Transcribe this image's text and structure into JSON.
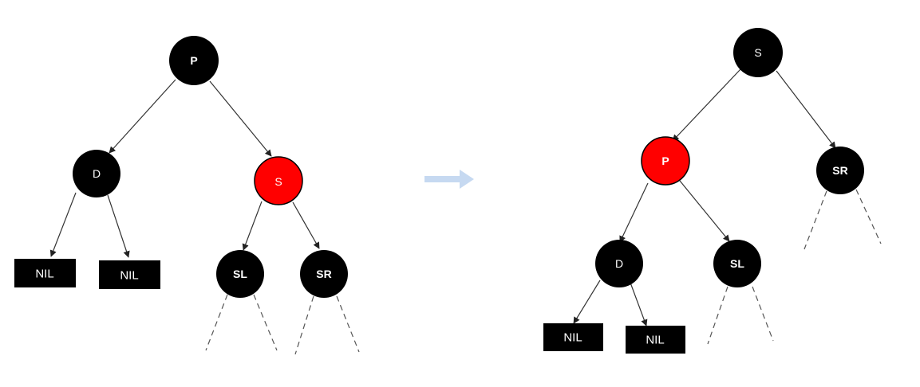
{
  "colors": {
    "black": "#000000",
    "red": "#ff0000",
    "arrow": "#c6d9f1",
    "edge": "#333333"
  },
  "left_tree": {
    "nodes": [
      {
        "id": "P",
        "label": "P",
        "color": "black",
        "bold": true
      },
      {
        "id": "D",
        "label": "D",
        "color": "black",
        "bold": false
      },
      {
        "id": "S",
        "label": "S",
        "color": "red",
        "bold": false
      },
      {
        "id": "SL",
        "label": "SL",
        "color": "black",
        "bold": true
      },
      {
        "id": "SR",
        "label": "SR",
        "color": "black",
        "bold": true
      }
    ],
    "nil_leaves": [
      {
        "id": "NIL1",
        "label": "NIL"
      },
      {
        "id": "NIL2",
        "label": "NIL"
      }
    ]
  },
  "right_tree": {
    "nodes": [
      {
        "id": "S",
        "label": "S",
        "color": "black",
        "bold": false
      },
      {
        "id": "P",
        "label": "P",
        "color": "red",
        "bold": true
      },
      {
        "id": "SR",
        "label": "SR",
        "color": "black",
        "bold": true
      },
      {
        "id": "D",
        "label": "D",
        "color": "black",
        "bold": false
      },
      {
        "id": "SL",
        "label": "SL",
        "color": "black",
        "bold": true
      }
    ],
    "nil_leaves": [
      {
        "id": "NIL1",
        "label": "NIL"
      },
      {
        "id": "NIL2",
        "label": "NIL"
      }
    ]
  },
  "transition": {
    "icon": "right-arrow-icon"
  }
}
